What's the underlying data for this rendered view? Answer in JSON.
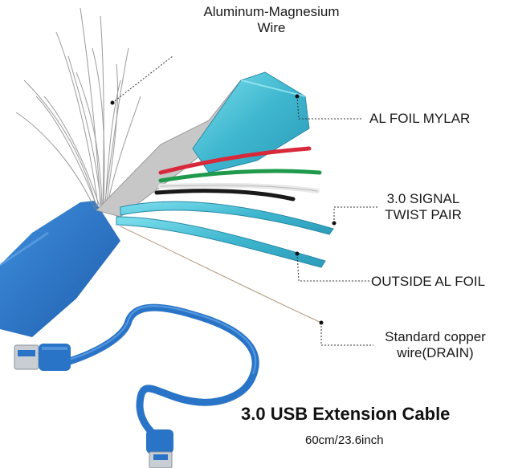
{
  "labels": {
    "wire_line1": "Aluminum-Magnesium",
    "wire_line2": "Wire",
    "foil_mylar": "AL FOIL MYLAR",
    "signal_line1": "3.0 SIGNAL",
    "signal_line2": "TWIST PAIR",
    "outside_foil": "OUTSIDE AL FOIL",
    "drain_line1": "Standard copper",
    "drain_line2": "wire(DRAIN)"
  },
  "product": {
    "title": "3.0 USB Extension Cable",
    "length": "60cm/23.6inch"
  },
  "colors": {
    "cable_blue": "#2a74c8",
    "foil_cyan": "#49c2d6",
    "wire_red": "#d8283a",
    "wire_green": "#1f9a4c",
    "wire_white": "#e8e8e8",
    "wire_black": "#1a1a1a"
  },
  "icons": [
    "usb-a-connector-icon"
  ]
}
